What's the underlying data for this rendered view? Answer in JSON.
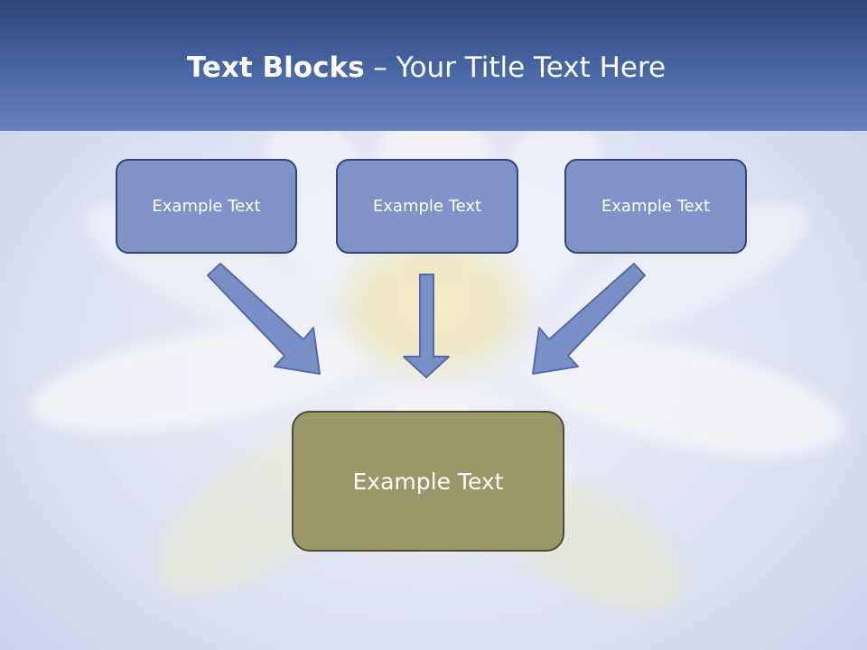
{
  "slide": {
    "title_bold": "Text Blocks",
    "title_separator": " – ",
    "title_rest": "Your Title Text Here"
  },
  "blocks": [
    {
      "label": "Example Text"
    },
    {
      "label": "Example Text"
    },
    {
      "label": "Example Text"
    }
  ],
  "result_block": {
    "label": "Example Text"
  },
  "colors": {
    "title_bar": "#4a67a6",
    "block_fill": "#7f93c9",
    "block_border": "#2f4778",
    "result_fill": "#9a9868",
    "arrow_fill": "#7a8fc5"
  },
  "icons": {
    "background": "water-lily-flower-image",
    "arrow": "block-arrow-icon"
  }
}
